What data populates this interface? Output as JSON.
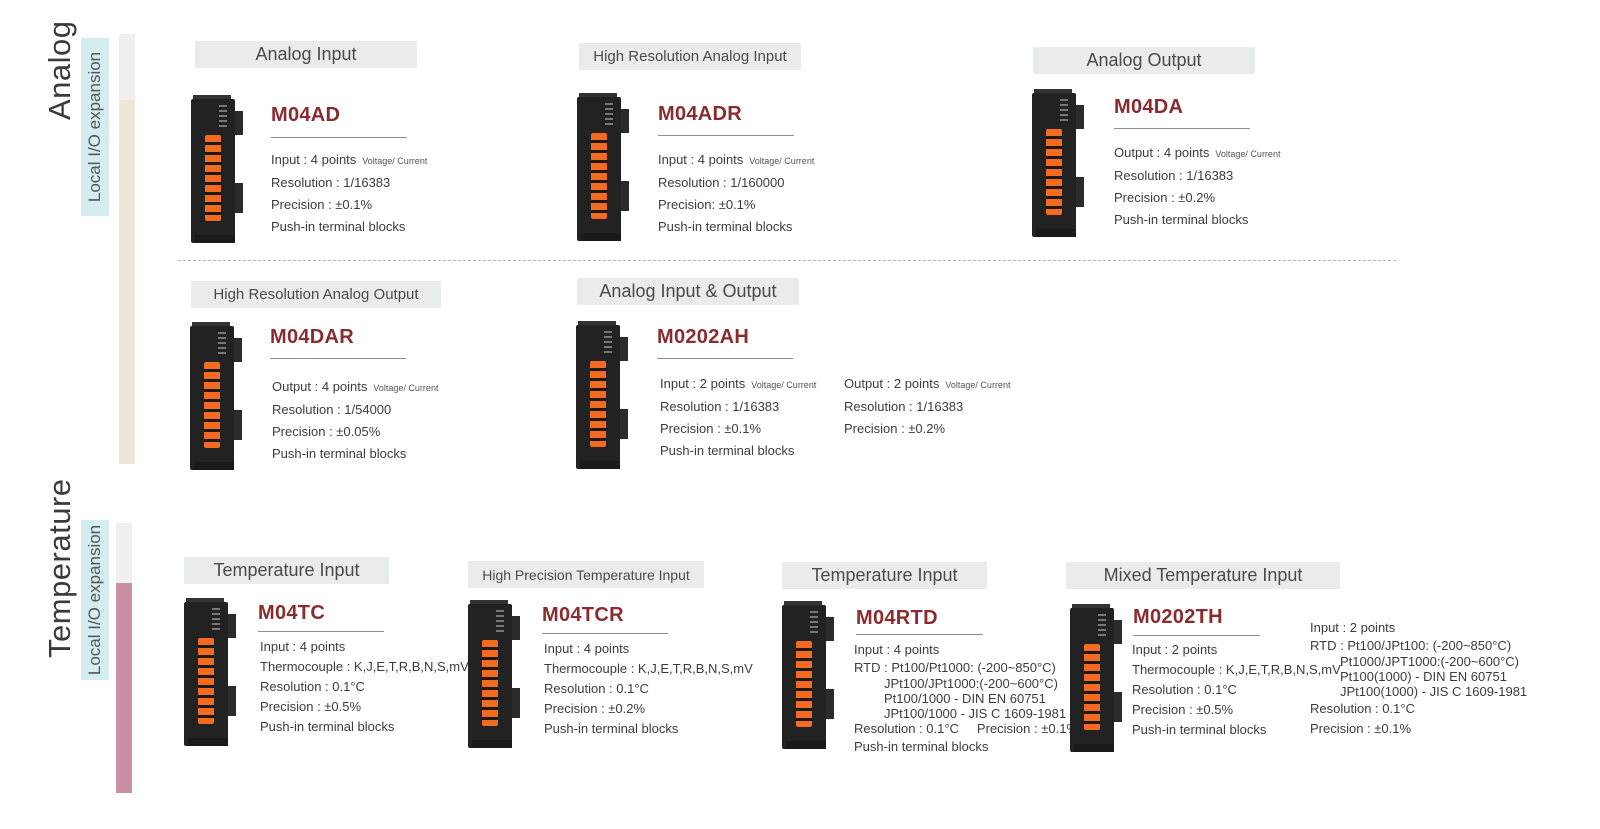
{
  "sections": {
    "analog": {
      "title": "Analog",
      "subtitle": "Local I/O expansion",
      "bar_light": "#efefef",
      "bar_dark": "#ece7d6"
    },
    "temperature": {
      "title": "Temperature",
      "subtitle": "Local I/O expansion",
      "bar_light": "#efefef",
      "bar_dark": "#c98fa5"
    }
  },
  "colors": {
    "model": "#8a2b30",
    "terminal": "#f26b21",
    "category_bg": "#eaebeb"
  },
  "products": {
    "m04ad": {
      "category": "Analog Input",
      "model": "M04AD",
      "line1": "Input : 4 points",
      "line1_note": "Voltage/ Current",
      "line2": "Resolution : 1/16383",
      "line3": "Precision : ±0.1%",
      "line4": "Push-in terminal blocks"
    },
    "m04adr": {
      "category": "High Resolution Analog Input",
      "model": "M04ADR",
      "line1": "Input : 4 points",
      "line1_note": "Voltage/ Current",
      "line2": "Resolution : 1/160000",
      "line3": "Precision: ±0.1%",
      "line4": "Push-in terminal blocks"
    },
    "m04da": {
      "category": "Analog Output",
      "model": "M04DA",
      "line1": "Output : 4 points",
      "line1_note": "Voltage/ Current",
      "line2": "Resolution : 1/16383",
      "line3": "Precision : ±0.2%",
      "line4": "Push-in terminal blocks"
    },
    "m04dar": {
      "category": "High Resolution Analog Output",
      "model": "M04DAR",
      "line1": "Output : 4 points",
      "line1_note": "Voltage/ Current",
      "line2": "Resolution : 1/54000",
      "line3": "Precision : ±0.05%",
      "line4": "Push-in terminal blocks"
    },
    "m0202ah": {
      "category": "Analog Input & Output",
      "model": "M0202AH",
      "in_line1": "Input : 2 points",
      "in_note": "Voltage/ Current",
      "in_line2": "Resolution : 1/16383",
      "in_line3": "Precision : ±0.1%",
      "in_line4": "Push-in terminal blocks",
      "out_line1": "Output : 2 points",
      "out_note": "Voltage/ Current",
      "out_line2": "Resolution : 1/16383",
      "out_line3": "Precision : ±0.2%"
    },
    "m04tc": {
      "category": "Temperature Input",
      "model": "M04TC",
      "line1": "Input : 4 points",
      "line2": "Thermocouple :  K,J,E,T,R,B,N,S,mV",
      "line3": "Resolution : 0.1°C",
      "line4": "Precision : ±0.5%",
      "line5": "Push-in terminal blocks"
    },
    "m04tcr": {
      "category": "High Precision Temperature Input",
      "model": "M04TCR",
      "line1": "Input : 4 points",
      "line2": "Thermocouple :  K,J,E,T,R,B,N,S,mV",
      "line3": "Resolution : 0.1°C",
      "line4": "Precision  : ±0.2%",
      "line5": "Push-in terminal blocks"
    },
    "m04rtd": {
      "category": "Temperature Input",
      "model": "M04RTD",
      "line1": "Input : 4 points",
      "rtd1": "RTD : Pt100/Pt1000: (-200~850°C)",
      "rtd2": "JPt100/JPt1000:(-200~600°C)",
      "rtd3": "Pt100/1000 - DIN EN 60751",
      "rtd4": "JPt100/1000 - JIS C 1609-1981",
      "res": "Resolution : 0.1°C",
      "prec": "Precision : ±0.1%",
      "line_last": "Push-in terminal blocks"
    },
    "m0202th": {
      "category": "Mixed Temperature Input",
      "model": "M0202TH",
      "line1": "Input : 2 points",
      "line2": "Thermocouple :  K,J,E,T,R,B,N,S,mV",
      "line3": "Resolution : 0.1°C",
      "line4": "Precision : ±0.5%",
      "line5": "Push-in terminal blocks",
      "r_line1": "Input : 2 points",
      "r_rtd1": "RTD : Pt100/JPt100: (-200~850°C)",
      "r_rtd2": "Pt1000/JPT1000:(-200~600°C)",
      "r_rtd3": "Pt100(1000) - DIN EN 60751",
      "r_rtd4": "JPt100(1000) - JIS C 1609-1981",
      "r_res": "Resolution : 0.1°C",
      "r_prec": "Precision : ±0.1%"
    }
  }
}
